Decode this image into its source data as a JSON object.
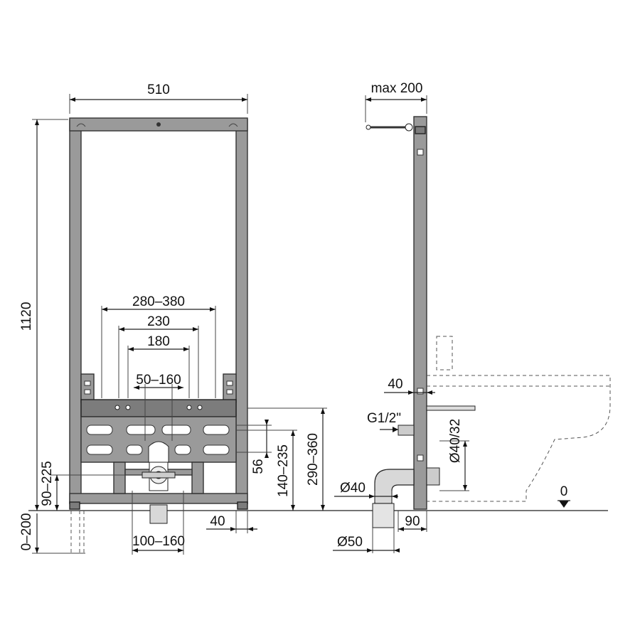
{
  "dimensions": {
    "width_510": "510",
    "height_1120": "1120",
    "spacing_280_380": "280–380",
    "spacing_230": "230",
    "spacing_180": "180",
    "spacing_50_160": "50–160",
    "foot_0_200": "0–200",
    "height_90_225": "90–225",
    "spacing_100_160": "100–160",
    "offset_40_bottom": "40",
    "height_56": "56",
    "height_140_235": "140–235",
    "height_290_360": "290–360",
    "max_200": "max 200",
    "offset_40_side": "40",
    "thread_g12": "G1/2\"",
    "dia_40_32": "Ø40/32",
    "dia_40": "Ø40",
    "dia_50": "Ø50",
    "depth_90": "90",
    "floor_0": "0"
  }
}
